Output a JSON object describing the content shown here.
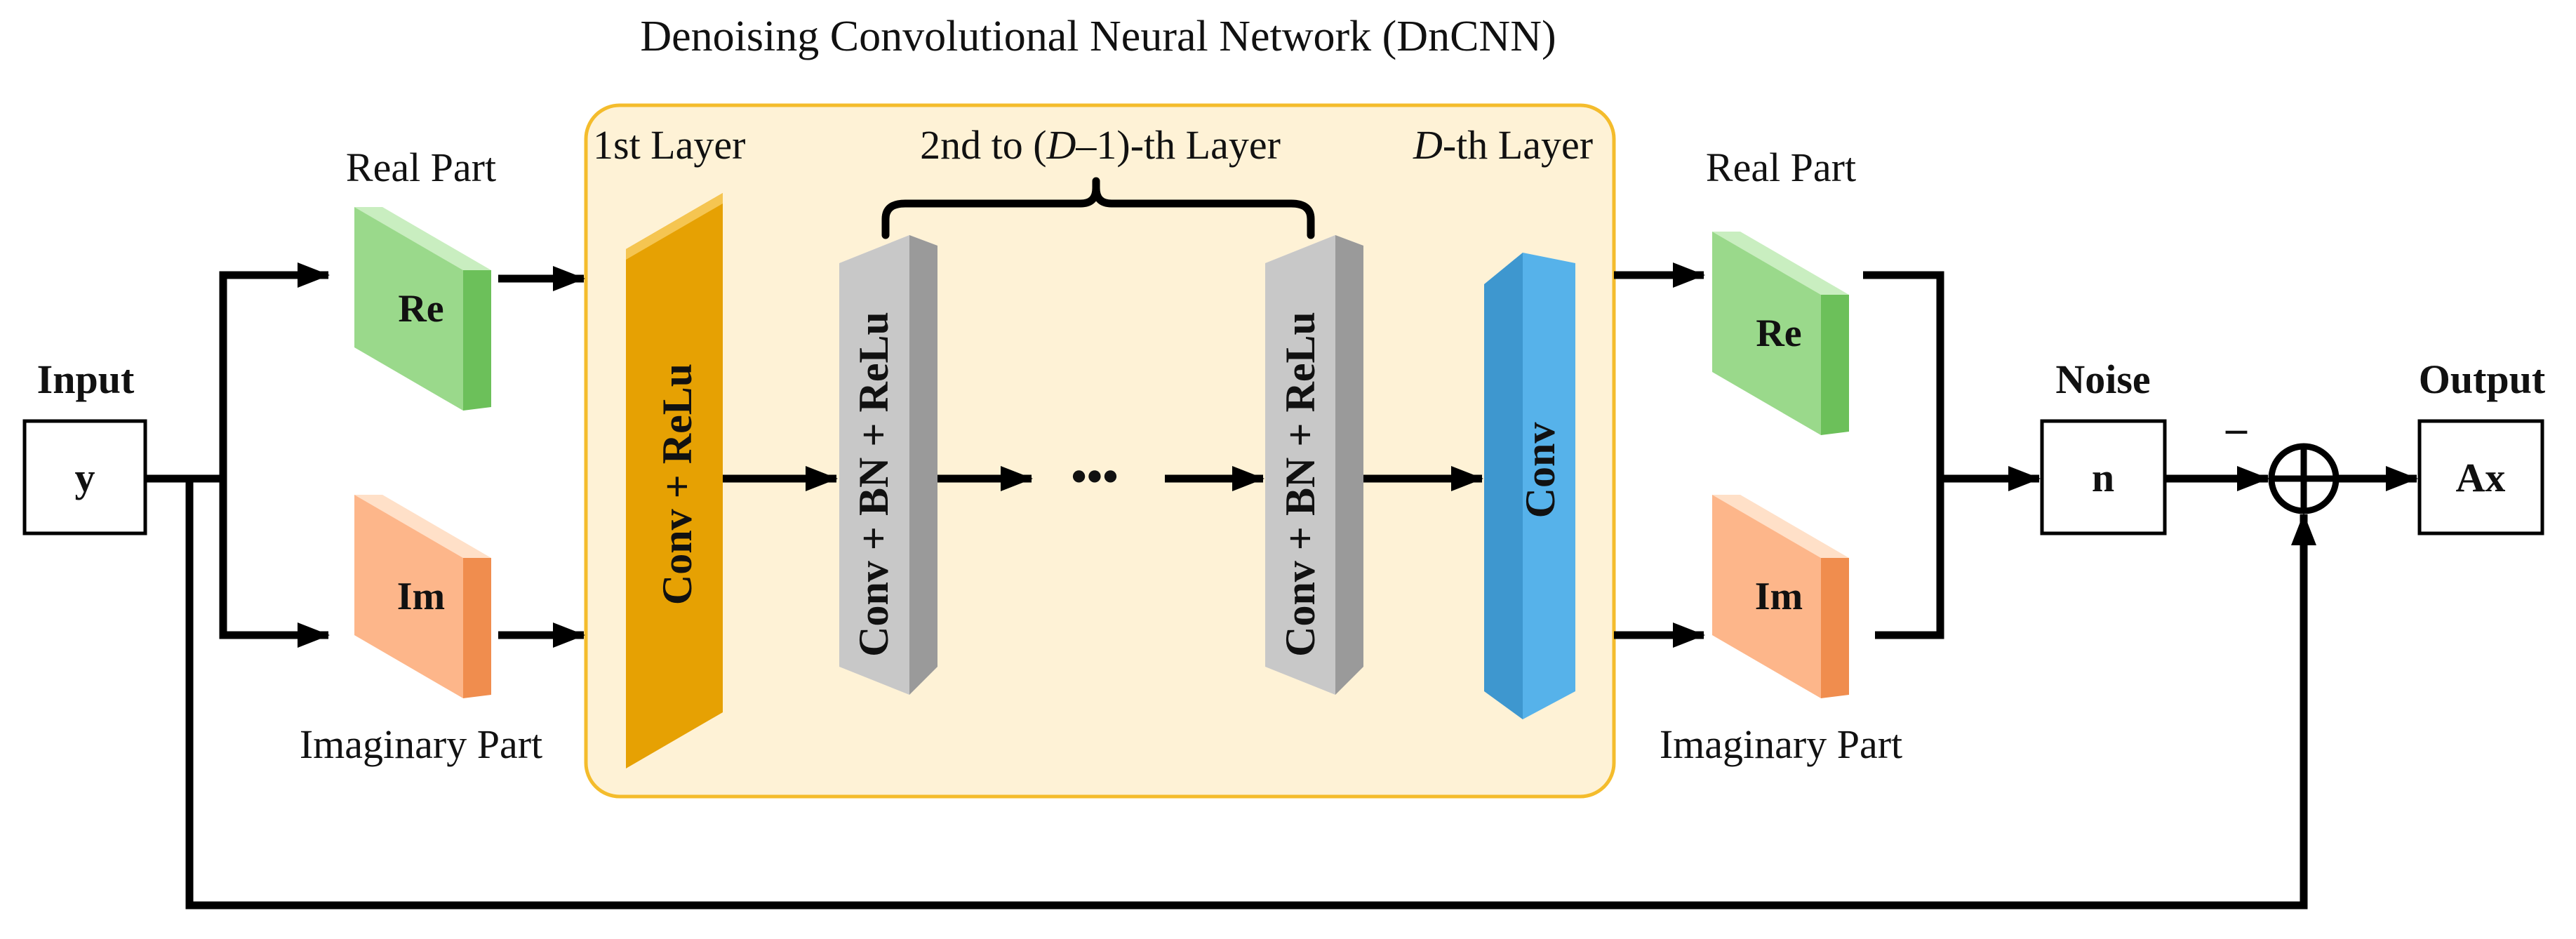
{
  "title": "Denoising Convolutional Neural Network (DnCNN)",
  "layers": {
    "first": "1st Layer",
    "middle_pre": "2nd to (",
    "middle_d": "D",
    "middle_post": "–1)-th Layer",
    "last_d": "D",
    "last_post": "-th Layer"
  },
  "input": {
    "heading": "Input",
    "value": "y"
  },
  "noise": {
    "heading": "Noise",
    "value": "n"
  },
  "output": {
    "heading": "Output",
    "value": "Ax"
  },
  "split": {
    "real_label": "Real Part",
    "imag_label": "Imaginary Part",
    "re": "Re",
    "im": "Im"
  },
  "merge": {
    "real_label": "Real Part",
    "imag_label": "Imaginary Part",
    "re": "Re",
    "im": "Im"
  },
  "blocks": {
    "conv_relu": "Conv + ReLu",
    "conv_bn_relu_1": "Conv + BN + ReLu",
    "conv_bn_relu_2": "Conv + BN + ReLu",
    "conv": "Conv",
    "ellipsis": "•••"
  },
  "minus_sign": "–",
  "colors": {
    "dncnn_bg": "#FEF2D6",
    "dncnn_border": "#F4BC2C",
    "conv_relu": "#E6A103",
    "gray_block": "#C8C8C8",
    "conv_blue": "#56B2EA",
    "re_green": "#9AD98B",
    "im_orange": "#FDB68A"
  }
}
